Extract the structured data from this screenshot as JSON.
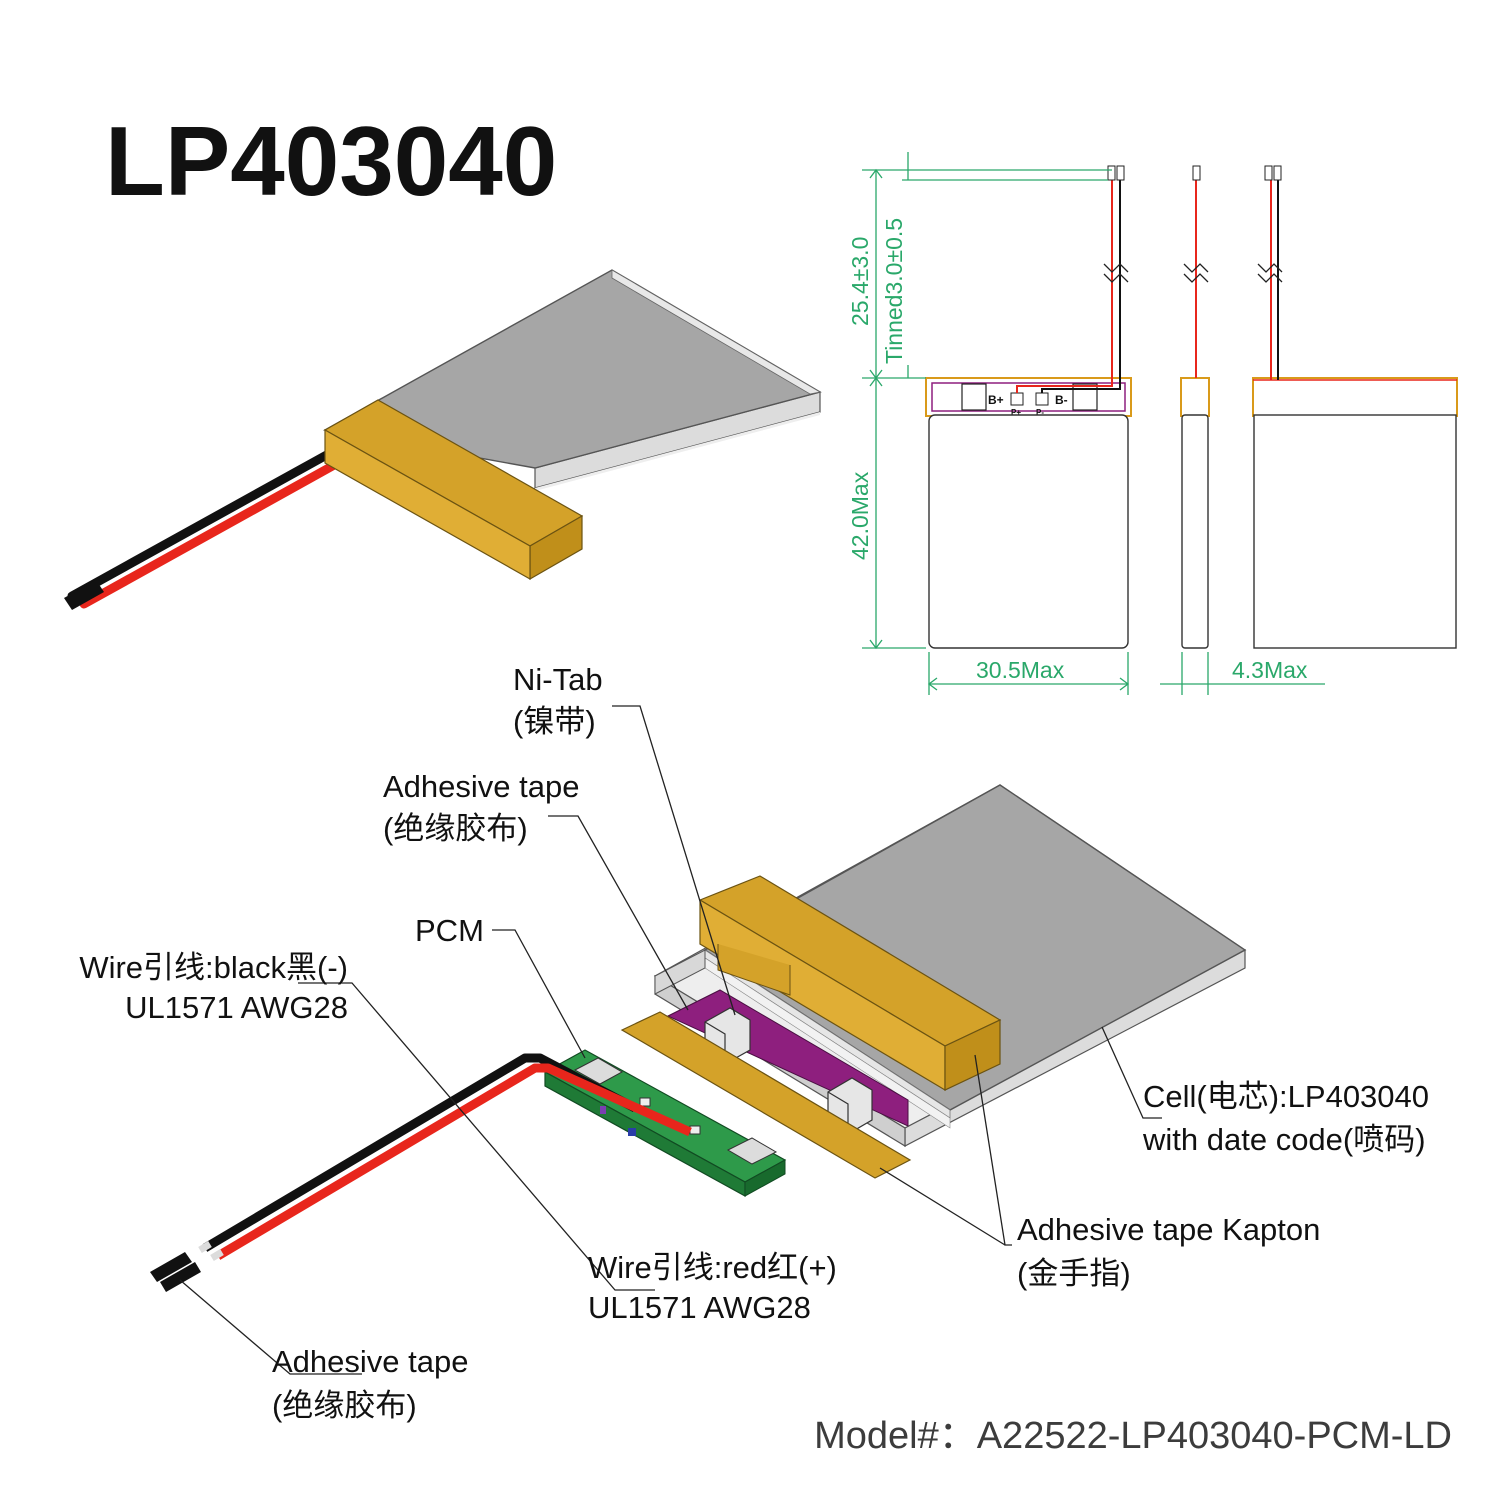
{
  "title": "LP403040",
  "model": "Model#：A22522-LP403040-PCM-LD",
  "dimensions": {
    "lead_length": "25.4±3.0",
    "tinned": "Tinned3.0±0.5",
    "height": "42.0Max",
    "width": "30.5Max",
    "thickness": "4.3Max"
  },
  "pcm_marks": {
    "b_plus": "B+",
    "b_minus": "B-",
    "p_plus": "P+",
    "p_minus": "P-"
  },
  "labels": {
    "ni_tab": {
      "line1": "Ni-Tab",
      "line2": "(镍带)"
    },
    "adhesive_tape_top": {
      "line1": "Adhesive tape",
      "line2": "(绝缘胶布)"
    },
    "pcm": "PCM",
    "wire_black": {
      "line1": "Wire引线:black黑(-)",
      "line2": "UL1571 AWG28"
    },
    "wire_red": {
      "line1": "Wire引线:red红(+)",
      "line2": "UL1571 AWG28"
    },
    "cell": {
      "line1": "Cell(电芯):LP403040",
      "line2": "with date code(喷码)"
    },
    "kapton": {
      "line1": "Adhesive tape Kapton",
      "line2": "(金手指)"
    },
    "adhesive_tape_bottom": {
      "line1": "Adhesive tape",
      "line2": "(绝缘胶布)"
    }
  },
  "colors": {
    "cell_face": "#a6a6a6",
    "cell_side": "#dcdcdc",
    "kapton_tape": "#d4a229",
    "pcm_board": "#2e9a4a",
    "ni_tab_strip": "#8e1f7e",
    "wire_red": "#e8261c",
    "wire_black": "#111111",
    "dimension_line": "#2aa86a"
  }
}
